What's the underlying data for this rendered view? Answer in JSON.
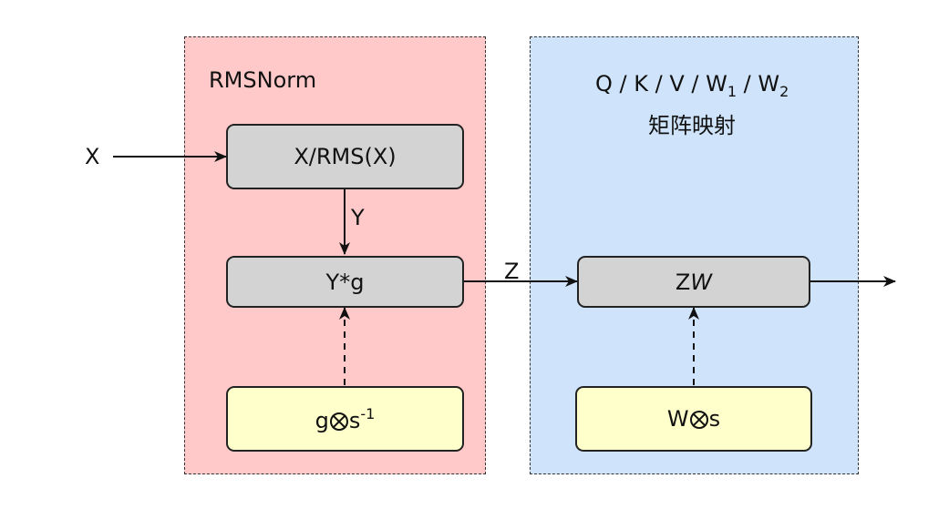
{
  "regions": {
    "rmsnorm": {
      "title": "RMSNorm"
    },
    "matrix": {
      "title_parts": [
        "Q / K / V / W",
        "1",
        " / W",
        "2"
      ],
      "subtitle": "矩阵映射"
    }
  },
  "inputs": {
    "x_label": "X"
  },
  "nodes": {
    "rms_div": {
      "label": "X/RMS(X)"
    },
    "y_times_g": {
      "label": "Y*g"
    },
    "g_otimes_s": {
      "pre": "g",
      "post": "s",
      "sup": "-1"
    },
    "zw": {
      "pre": "Z",
      "post": "W"
    },
    "w_otimes_s": {
      "pre": "W",
      "post": "s"
    }
  },
  "edges": {
    "y_label": "Y",
    "z_label": "Z"
  },
  "colors": {
    "rmsnorm_fill": "#ffc9c9",
    "matrix_fill": "#cfe4fb",
    "gray_box": "#d3d3d3",
    "yellow_box": "#ffffcc"
  },
  "icons": [
    "otimes-icon"
  ]
}
